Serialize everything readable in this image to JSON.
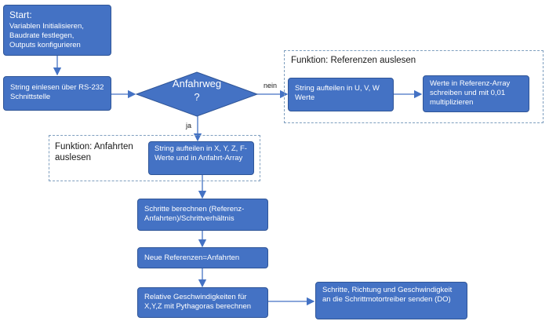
{
  "start": {
    "title": "Start:",
    "lines": [
      "Variablen Initialisieren,",
      "Baudrate festlegen,",
      "Outputs konfigurieren"
    ]
  },
  "read_string": "String einlesen über RS-232 Schnittstelle",
  "decision": {
    "line1": "Anfahrweg",
    "line2": "?"
  },
  "labels": {
    "no": "nein",
    "yes": "ja"
  },
  "func_ref": {
    "title": "Funktion: Referenzen auslesen",
    "split": "String aufteilen in U, V, W Werte",
    "store": "Werte in Referenz-Array schreiben und mit 0,01 multiplizieren"
  },
  "func_anf": {
    "title": "Funktion: Anfahrten auslesen",
    "split": "String aufteilen in X, Y, Z, F-Werte und in Anfahrt-Array"
  },
  "steps_calc": "Schritte berechnen (Referenz-Anfahrten)/Schrittverhältnis",
  "new_refs": "Neue Referenzen=Anfahrten",
  "speeds": "Relative Geschwindigkeiten für X,Y,Z mit Pythagoras berechnen",
  "send": "Schritte, Richtung und Geschwindigkeit an die Schrittmotortreiber senden (DO)",
  "colors": {
    "box": "#4472c4",
    "border": "#2f5597",
    "connector": "#4472c4",
    "frame": "#7f9fbf"
  }
}
